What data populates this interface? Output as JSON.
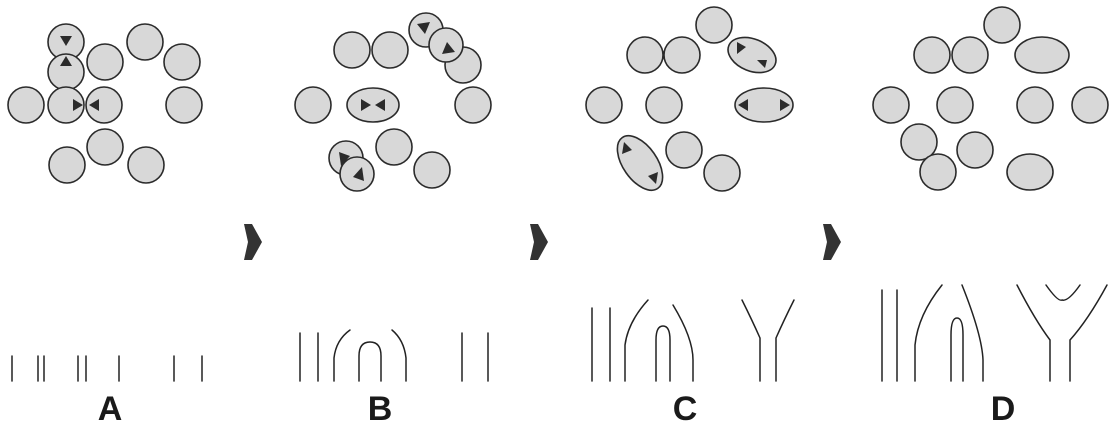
{
  "stages": [
    {
      "id": "A",
      "label": "A"
    },
    {
      "id": "B",
      "label": "B"
    },
    {
      "id": "C",
      "label": "C"
    },
    {
      "id": "D",
      "label": "D"
    }
  ],
  "colors": {
    "cell_fill": "#d8d8d8",
    "outline": "#2b2b2b",
    "stage_arrow": "#333333",
    "trace": "#222222"
  },
  "icons": {
    "stage_arrow": "right-pointing-arrowhead",
    "fusion_arrow": "small-triangle-arrowhead"
  }
}
